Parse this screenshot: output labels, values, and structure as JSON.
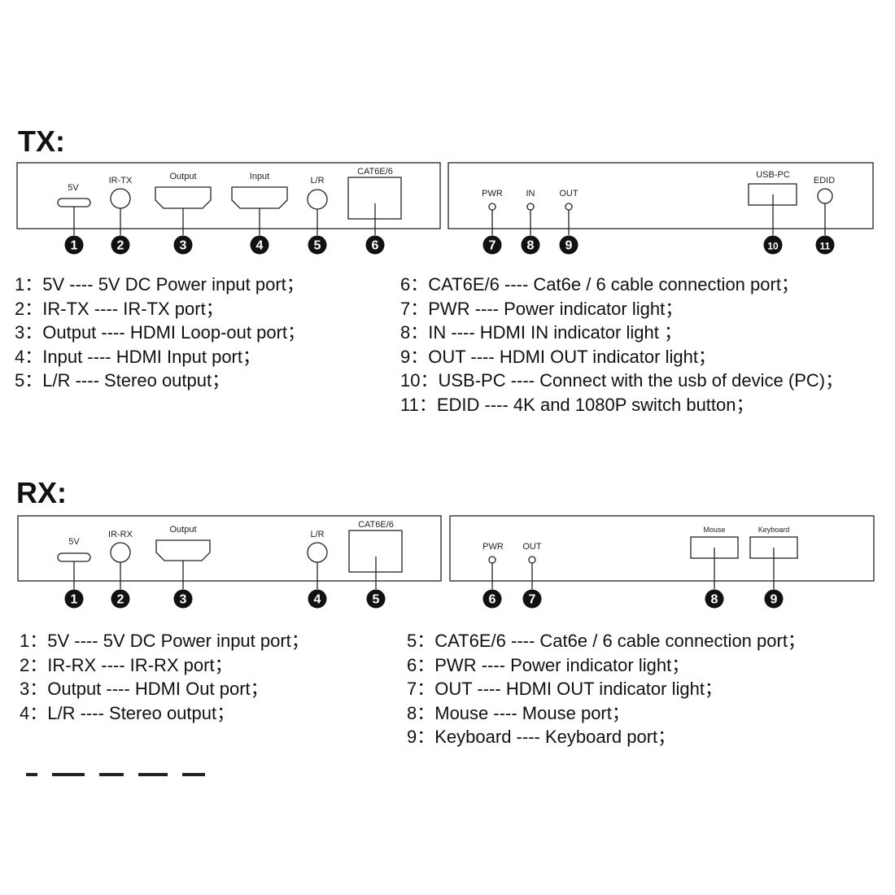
{
  "tx": {
    "title": "TX:",
    "front_labels": [
      "5V",
      "IR-TX",
      "Output",
      "Input",
      "L/R",
      "CAT6E/6"
    ],
    "rear_labels": [
      "PWR",
      "IN",
      "OUT",
      "USB-PC",
      "EDID"
    ],
    "markers": [
      "1",
      "2",
      "3",
      "4",
      "5",
      "6",
      "7",
      "8",
      "9",
      "10",
      "11"
    ],
    "list_left": [
      {
        "num": "1：",
        "text": "5V ---- 5V DC Power input port；"
      },
      {
        "num": "2：",
        "text": "IR-TX ---- IR-TX port；"
      },
      {
        "num": "3：",
        "text": "Output ---- HDMI Loop-out port；"
      },
      {
        "num": "4：",
        "text": "Input ---- HDMI Input port；"
      },
      {
        "num": "5：",
        "text": "L/R ---- Stereo output；"
      }
    ],
    "list_right": [
      {
        "num": "6：",
        "text": "CAT6E/6 ---- Cat6e / 6 cable connection port；"
      },
      {
        "num": "7：",
        "text": "PWR ---- Power indicator light；"
      },
      {
        "num": "8：",
        "text": "IN ---- HDMI IN indicator light ；"
      },
      {
        "num": "9：",
        "text": "OUT ---- HDMI OUT indicator light；"
      },
      {
        "num": "10：",
        "text": "USB-PC ---- Connect with the usb of device (PC)；"
      },
      {
        "num": "11：",
        "text": "EDID ---- 4K and 1080P switch button；"
      }
    ]
  },
  "rx": {
    "title": "RX:",
    "front_labels": [
      "5V",
      "IR-RX",
      "Output",
      "L/R",
      "CAT6E/6"
    ],
    "rear_labels": [
      "PWR",
      "OUT",
      "Mouse",
      "Keyboard"
    ],
    "markers": [
      "1",
      "2",
      "3",
      "4",
      "5",
      "6",
      "7",
      "8",
      "9"
    ],
    "list_left": [
      {
        "num": "1：",
        "text": "5V ---- 5V DC Power input port；"
      },
      {
        "num": "2：",
        "text": "IR-RX ---- IR-RX port；"
      },
      {
        "num": "3：",
        "text": "Output ---- HDMI Out port；"
      },
      {
        "num": "4：",
        "text": "L/R ---- Stereo output；"
      }
    ],
    "list_right": [
      {
        "num": "5：",
        "text": "CAT6E/6 ---- Cat6e / 6 cable connection port；"
      },
      {
        "num": "6：",
        "text": "PWR ---- Power indicator light；"
      },
      {
        "num": "7：",
        "text": "OUT ---- HDMI OUT indicator light；"
      },
      {
        "num": "8：",
        "text": "Mouse ---- Mouse port；"
      },
      {
        "num": "9：",
        "text": "Keyboard ---- Keyboard port；"
      }
    ]
  }
}
